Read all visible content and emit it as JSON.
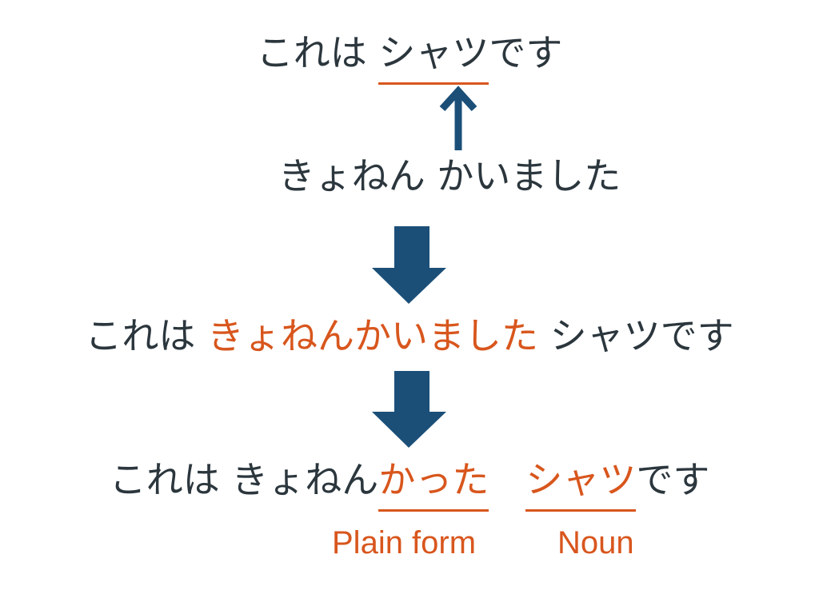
{
  "line1": {
    "prefix": "これは ",
    "noun": "シャツ",
    "suffix": "です"
  },
  "line2": {
    "text": "きょねん かいました"
  },
  "line3": {
    "prefix": "これは ",
    "clause": "きょねんかいました",
    "suffix": " シャツです"
  },
  "line4": {
    "prefix": "これは きょねん",
    "verb": "かった",
    "gap": "　",
    "noun": "シャツ",
    "suffix": "です"
  },
  "labels": {
    "plain_form": "Plain form",
    "noun": "Noun"
  },
  "colors": {
    "text": "#2b363d",
    "accent": "#d8561d",
    "arrow": "#1b4f78"
  }
}
